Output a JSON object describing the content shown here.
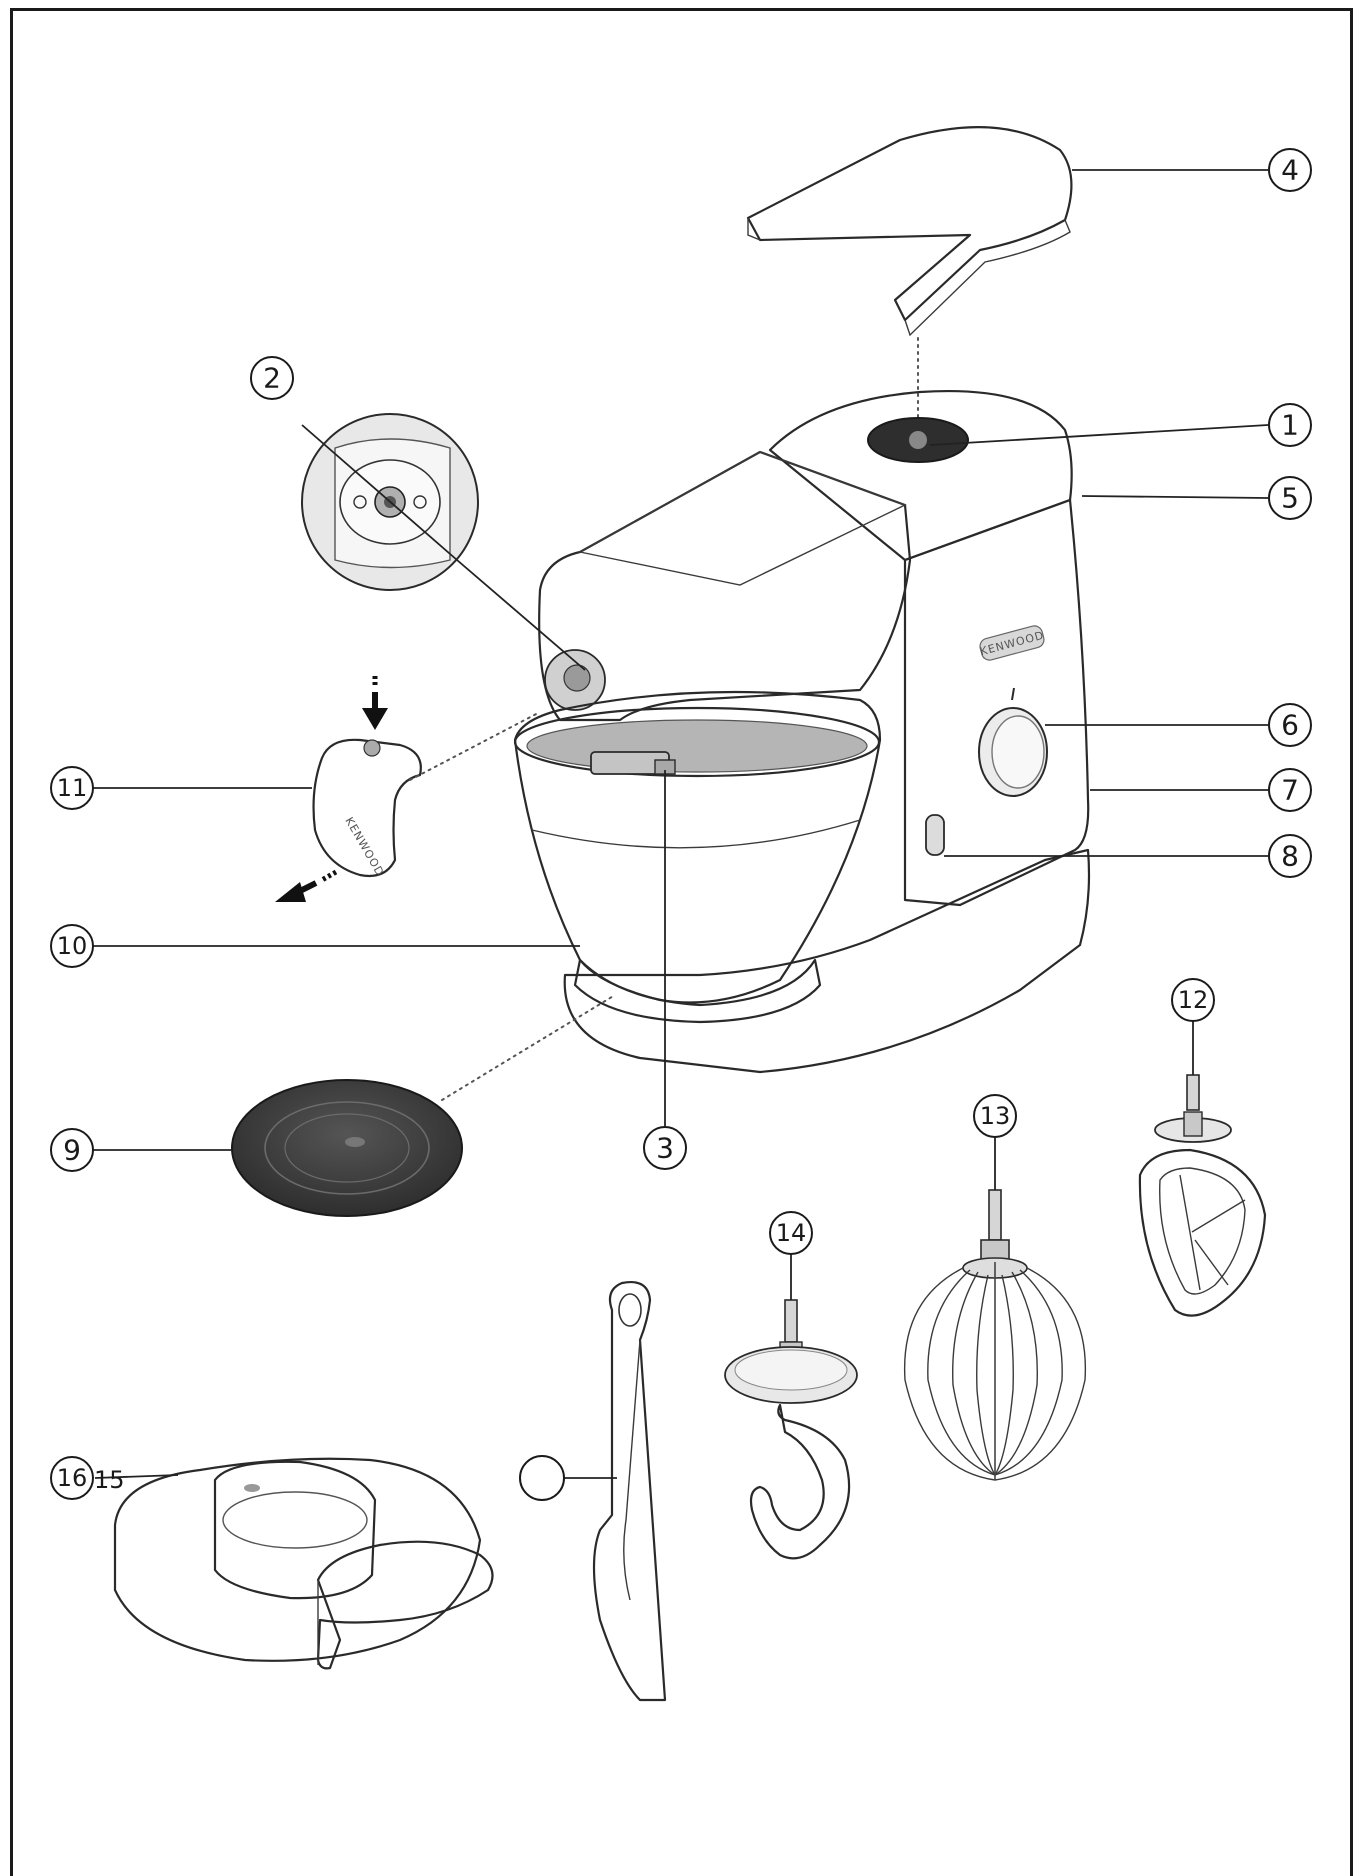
{
  "diagram": {
    "brand_mark": "KENWOOD",
    "callouts": {
      "c1": "1",
      "c2": "2",
      "c3": "3",
      "c4": "4",
      "c5": "5",
      "c6": "6",
      "c7": "7",
      "c8": "8",
      "c9": "9",
      "c10": "10",
      "c11": "11",
      "c12": "12",
      "c13": "13",
      "c14": "14",
      "c16": "16",
      "c15": "15",
      "c_blank": ""
    },
    "colors": {
      "body_silver": "#e4e4e4",
      "bowl_steel": "#c9c9c9",
      "mat_dark": "#3c3c3c",
      "outline": "#2a2a2a"
    }
  }
}
